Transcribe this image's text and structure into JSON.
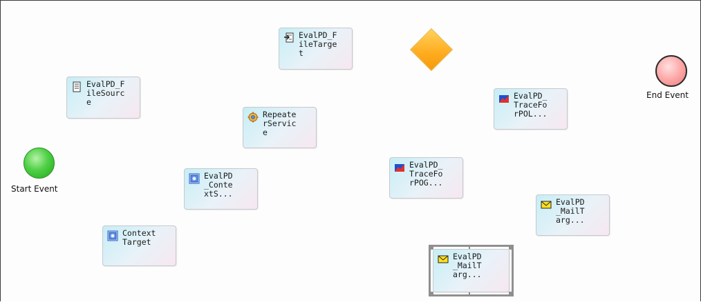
{
  "diagram": {
    "start_event_label": "Start Event",
    "end_event_label": "End Event",
    "gateway": "exclusive-gateway",
    "nodes": [
      {
        "id": "file-target",
        "label": "EvalPD_F\nileTarge\nt",
        "icon": "file-target-icon"
      },
      {
        "id": "file-source",
        "label": "EvalPD_F\nileSourc\ne",
        "icon": "document-icon"
      },
      {
        "id": "repeater-service",
        "label": "Repeate\nrServic\ne",
        "icon": "service-gear-icon"
      },
      {
        "id": "trace-pol",
        "label": "EvalPD_\nTraceFo\nrPOL...",
        "icon": "chart-icon"
      },
      {
        "id": "context-source",
        "label": "EvalPD\n_Conte\nxtS...",
        "icon": "context-icon"
      },
      {
        "id": "trace-pog",
        "label": "EvalPD_\nTraceFo\nrPOG...",
        "icon": "chart-icon"
      },
      {
        "id": "mail-target-1",
        "label": "EvalPD\n_MailT\narg...",
        "icon": "mail-icon"
      },
      {
        "id": "context-target",
        "label": "Context\nTarget",
        "icon": "context-icon"
      },
      {
        "id": "mail-target-2",
        "label": "EvalPD\n_MailT\narg...",
        "icon": "mail-icon",
        "selected": true
      }
    ]
  },
  "colors": {
    "start_event": "#4fd046",
    "end_event": "#fda8a8",
    "gateway": "#ffab1e",
    "node_fill": "#d8eff6",
    "selection": "#8f8f8f"
  }
}
